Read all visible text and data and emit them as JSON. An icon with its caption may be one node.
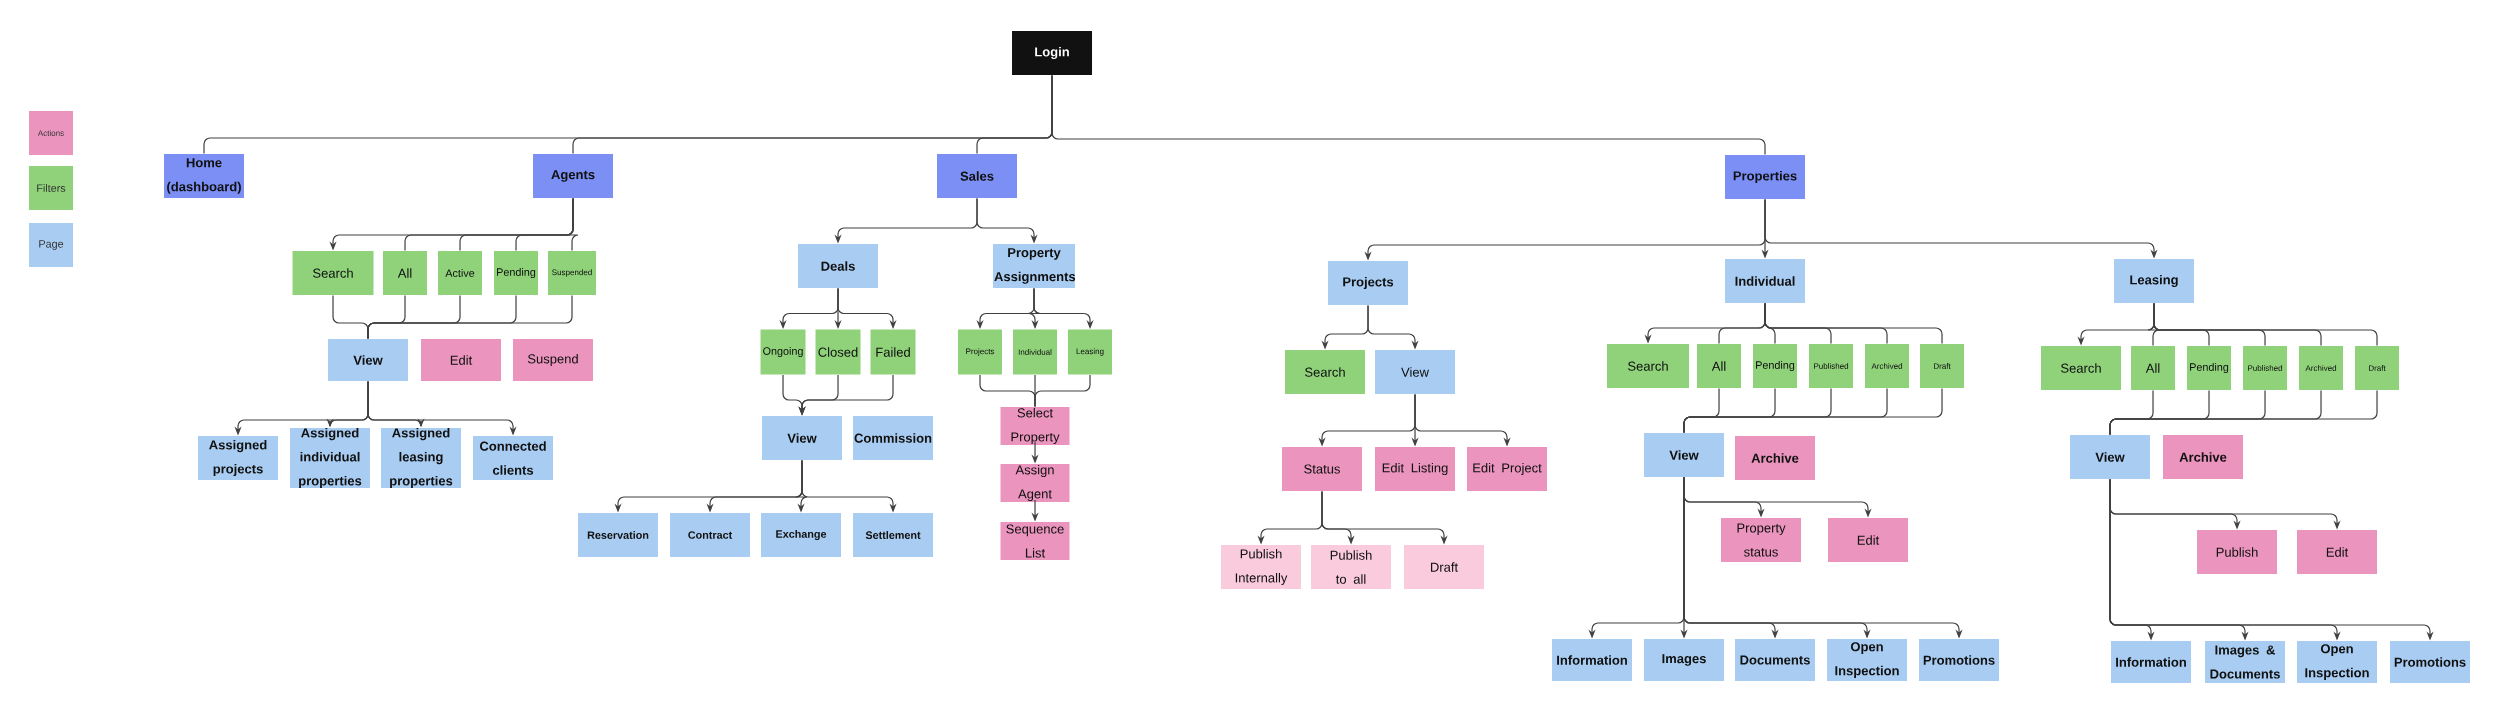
{
  "diagram": {
    "nodes": [
      {
        "text": [
          "Login"
        ]
      },
      {
        "text": [
          "Home (dashboard)"
        ]
      },
      {
        "text": [
          "Agents"
        ]
      },
      {
        "text": [
          "Sales"
        ]
      },
      {
        "text": [
          "Properties"
        ]
      },
      {
        "text": [
          "Search"
        ]
      },
      {
        "text": [
          "All"
        ]
      },
      {
        "text": [
          "Active"
        ]
      },
      {
        "text": [
          "Pending"
        ]
      },
      {
        "text": [
          "Suspended"
        ]
      },
      {
        "text": [
          "View"
        ]
      },
      {
        "text": [
          "Edit"
        ]
      },
      {
        "text": [
          "Suspend"
        ]
      },
      {
        "text": [
          "Assigned projects"
        ]
      },
      {
        "text": [
          "Assigned individual properties"
        ]
      },
      {
        "text": [
          "Assigned leasing properties"
        ]
      },
      {
        "text": [
          "Connected clients"
        ]
      },
      {
        "text": [
          "Deals"
        ]
      },
      {
        "text": [
          "Property Assignments"
        ]
      },
      {
        "text": [
          "Ongoing"
        ]
      },
      {
        "text": [
          "Closed"
        ]
      },
      {
        "text": [
          "Failed"
        ]
      },
      {
        "text": [
          "View"
        ]
      },
      {
        "text": [
          "Commission"
        ]
      },
      {
        "text": [
          "Reservation"
        ]
      },
      {
        "text": [
          "Contract"
        ]
      },
      {
        "text": [
          "Exchange"
        ]
      },
      {
        "text": [
          "Settlement"
        ]
      },
      {
        "text": [
          "Projects"
        ]
      },
      {
        "text": [
          "Individual"
        ]
      },
      {
        "text": [
          "Leasing"
        ]
      },
      {
        "text": [
          "Select Property"
        ]
      },
      {
        "text": [
          "Assign Agent"
        ]
      },
      {
        "text": [
          "Sequence List"
        ]
      },
      {
        "text": [
          "Projects"
        ]
      },
      {
        "text": [
          "Individual"
        ]
      },
      {
        "text": [
          "Leasing"
        ]
      },
      {
        "text": [
          "Search"
        ]
      },
      {
        "text": [
          "View"
        ]
      },
      {
        "text": [
          "Status"
        ]
      },
      {
        "text": [
          "Edit Listing"
        ]
      },
      {
        "text": [
          "Edit Project"
        ]
      },
      {
        "text": [
          "Publish Internally"
        ]
      },
      {
        "text": [
          "Publish to all"
        ]
      },
      {
        "text": [
          "Draft"
        ]
      },
      {
        "text": [
          "Search"
        ]
      },
      {
        "text": [
          "All"
        ]
      },
      {
        "text": [
          "Pending"
        ]
      },
      {
        "text": [
          "Published"
        ]
      },
      {
        "text": [
          "Archived"
        ]
      },
      {
        "text": [
          "Draft"
        ]
      },
      {
        "text": [
          "View"
        ]
      },
      {
        "text": [
          "Archive"
        ]
      },
      {
        "text": [
          "Property status"
        ]
      },
      {
        "text": [
          "Edit"
        ]
      },
      {
        "text": [
          "Information"
        ]
      },
      {
        "text": [
          "Images"
        ]
      },
      {
        "text": [
          "Documents"
        ]
      },
      {
        "text": [
          "Open Inspection"
        ]
      },
      {
        "text": [
          "Promotions"
        ]
      },
      {
        "text": [
          "Search"
        ]
      },
      {
        "text": [
          "All"
        ]
      },
      {
        "text": [
          "Pending"
        ]
      },
      {
        "text": [
          "Published"
        ]
      },
      {
        "text": [
          "Archived"
        ]
      },
      {
        "text": [
          "Draft"
        ]
      },
      {
        "text": [
          "View"
        ]
      },
      {
        "text": [
          "Archive"
        ]
      },
      {
        "text": [
          "Publish"
        ]
      },
      {
        "text": [
          "Edit"
        ]
      },
      {
        "text": [
          "Information"
        ]
      },
      {
        "text": [
          "Images & Documents"
        ]
      },
      {
        "text": [
          "Open Inspection"
        ]
      },
      {
        "text": [
          "Promotions"
        ]
      }
    ],
    "edges": [
      {
        "from": 0,
        "to": 1,
        "arrow": "none"
      },
      {
        "from": 0,
        "to": 2,
        "arrow": "none"
      },
      {
        "from": 0,
        "to": 3,
        "arrow": "none"
      },
      {
        "from": 0,
        "to": 4,
        "arrow": "none"
      },
      {
        "from": 2,
        "to": 5,
        "arrow": "to"
      },
      {
        "from": 2,
        "to": 6,
        "arrow": "none"
      },
      {
        "from": 2,
        "to": 7,
        "arrow": "none"
      },
      {
        "from": 2,
        "to": 8,
        "arrow": "none"
      },
      {
        "from": 2,
        "to": 9,
        "arrow": "none"
      },
      {
        "from": 5,
        "to": 10,
        "arrow": "none"
      },
      {
        "from": 6,
        "to": 10,
        "arrow": "none"
      },
      {
        "from": 7,
        "to": 10,
        "arrow": "none"
      },
      {
        "from": 8,
        "to": 10,
        "arrow": "none"
      },
      {
        "from": 9,
        "to": 10,
        "arrow": "none"
      },
      {
        "from": 10,
        "to": 13,
        "arrow": "to"
      },
      {
        "from": 10,
        "to": 14,
        "arrow": "to"
      },
      {
        "from": 10,
        "to": 15,
        "arrow": "to"
      },
      {
        "from": 10,
        "to": 16,
        "arrow": "to"
      },
      {
        "from": 3,
        "to": 17,
        "arrow": "to"
      },
      {
        "from": 3,
        "to": 18,
        "arrow": "to"
      },
      {
        "from": 17,
        "to": 19,
        "arrow": "to"
      },
      {
        "from": 17,
        "to": 20,
        "arrow": "to"
      },
      {
        "from": 17,
        "to": 21,
        "arrow": "to"
      },
      {
        "from": 19,
        "to": 22,
        "arrow": "to"
      },
      {
        "from": 20,
        "to": 22,
        "arrow": "to"
      },
      {
        "from": 21,
        "to": 22,
        "arrow": "to"
      },
      {
        "from": 22,
        "to": 24,
        "arrow": "to"
      },
      {
        "from": 22,
        "to": 25,
        "arrow": "to"
      },
      {
        "from": 22,
        "to": 26,
        "arrow": "to"
      },
      {
        "from": 22,
        "to": 27,
        "arrow": "to"
      },
      {
        "from": 18,
        "to": 28,
        "arrow": "to"
      },
      {
        "from": 18,
        "to": 29,
        "arrow": "to"
      },
      {
        "from": 18,
        "to": 30,
        "arrow": "to"
      },
      {
        "from": 28,
        "to": 31,
        "arrow": "none"
      },
      {
        "from": 29,
        "to": 31,
        "arrow": "none"
      },
      {
        "from": 30,
        "to": 31,
        "arrow": "none"
      },
      {
        "from": 31,
        "to": 32,
        "arrow": "to"
      },
      {
        "from": 32,
        "to": 33,
        "arrow": "to"
      },
      {
        "from": 4,
        "to": 34,
        "arrow": "to"
      },
      {
        "from": 4,
        "to": 35,
        "arrow": "to"
      },
      {
        "from": 4,
        "to": 36,
        "arrow": "to"
      },
      {
        "from": 34,
        "to": 37,
        "arrow": "to"
      },
      {
        "from": 34,
        "to": 38,
        "arrow": "to"
      },
      {
        "from": 38,
        "to": 39,
        "arrow": "to"
      },
      {
        "from": 38,
        "to": 40,
        "arrow": "to"
      },
      {
        "from": 38,
        "to": 41,
        "arrow": "to"
      },
      {
        "from": 39,
        "to": 42,
        "arrow": "to"
      },
      {
        "from": 39,
        "to": 43,
        "arrow": "to"
      },
      {
        "from": 39,
        "to": 44,
        "arrow": "to"
      },
      {
        "from": 35,
        "to": 45,
        "arrow": "to"
      },
      {
        "from": 35,
        "to": 46,
        "arrow": "none"
      },
      {
        "from": 35,
        "to": 47,
        "arrow": "none"
      },
      {
        "from": 35,
        "to": 48,
        "arrow": "none"
      },
      {
        "from": 35,
        "to": 49,
        "arrow": "none"
      },
      {
        "from": 35,
        "to": 50,
        "arrow": "none"
      },
      {
        "from": 46,
        "to": 51,
        "arrow": "none"
      },
      {
        "from": 47,
        "to": 51,
        "arrow": "none"
      },
      {
        "from": 48,
        "to": 51,
        "arrow": "none"
      },
      {
        "from": 49,
        "to": 51,
        "arrow": "none"
      },
      {
        "from": 50,
        "to": 51,
        "arrow": "none"
      },
      {
        "from": 51,
        "to": 53,
        "arrow": "to"
      },
      {
        "from": 51,
        "to": 54,
        "arrow": "to"
      },
      {
        "from": 51,
        "to": 55,
        "arrow": "to"
      },
      {
        "from": 51,
        "to": 56,
        "arrow": "to"
      },
      {
        "from": 51,
        "to": 57,
        "arrow": "to"
      },
      {
        "from": 51,
        "to": 58,
        "arrow": "to"
      },
      {
        "from": 51,
        "to": 59,
        "arrow": "to"
      },
      {
        "from": 36,
        "to": 60,
        "arrow": "to"
      },
      {
        "from": 36,
        "to": 61,
        "arrow": "none"
      },
      {
        "from": 36,
        "to": 62,
        "arrow": "none"
      },
      {
        "from": 36,
        "to": 63,
        "arrow": "none"
      },
      {
        "from": 36,
        "to": 64,
        "arrow": "none"
      },
      {
        "from": 36,
        "to": 65,
        "arrow": "none"
      },
      {
        "from": 61,
        "to": 66,
        "arrow": "none"
      },
      {
        "from": 62,
        "to": 66,
        "arrow": "none"
      },
      {
        "from": 63,
        "to": 66,
        "arrow": "none"
      },
      {
        "from": 64,
        "to": 66,
        "arrow": "none"
      },
      {
        "from": 65,
        "to": 66,
        "arrow": "none"
      },
      {
        "from": 66,
        "to": 68,
        "arrow": "to"
      },
      {
        "from": 66,
        "to": 69,
        "arrow": "to"
      },
      {
        "from": 66,
        "to": 70,
        "arrow": "to"
      },
      {
        "from": 66,
        "to": 71,
        "arrow": "to"
      },
      {
        "from": 66,
        "to": 72,
        "arrow": "to"
      },
      {
        "from": 66,
        "to": 73,
        "arrow": "to"
      }
    ],
    "legend": [
      {
        "text": "Actions",
        "color": "#ea94be"
      },
      {
        "text": "Filters",
        "color": "#8fd27a"
      },
      {
        "text": "Page",
        "color": "#a9cdf2"
      }
    ]
  }
}
